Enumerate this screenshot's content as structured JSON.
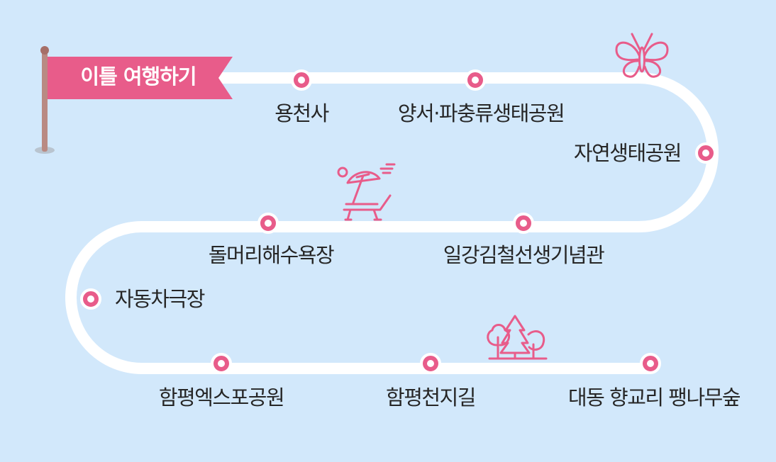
{
  "title": "이틀 여행하기",
  "stops": [
    {
      "id": "yongcheonsa",
      "label": "용천사"
    },
    {
      "id": "yangseo",
      "label": "양서·파충류생태공원"
    },
    {
      "id": "jayeon",
      "label": "자연생태공원"
    },
    {
      "id": "ilgang",
      "label": "일강김철선생기념관"
    },
    {
      "id": "dolmeori",
      "label": "돌머리해수욕장"
    },
    {
      "id": "jadongcha",
      "label": "자동차극장"
    },
    {
      "id": "expo",
      "label": "함평엑스포공원"
    },
    {
      "id": "cheonji",
      "label": "함평천지길"
    },
    {
      "id": "daedong",
      "label": "대동 향교리 팽나무숲"
    }
  ],
  "icons": [
    "butterfly-icon",
    "beach-umbrella-icon",
    "trees-icon",
    "flag-icon"
  ],
  "colors": {
    "background": "#d2e8fb",
    "route": "#ffffff",
    "accent": "#e85c8a",
    "flag": "#e85c8a",
    "text": "#262626"
  }
}
